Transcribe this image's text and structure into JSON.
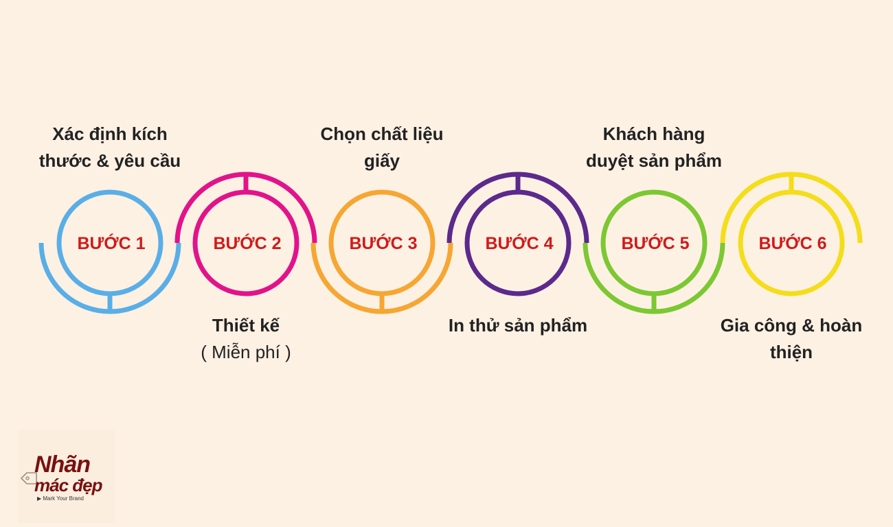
{
  "steps": [
    {
      "badge": "BƯỚC 1",
      "label_lines": [
        "Xác định kích",
        "thước & yêu cầu"
      ],
      "sub": "",
      "color": "#5aaee6",
      "label_position": "top"
    },
    {
      "badge": "BƯỚC 2",
      "label_lines": [
        "Thiết kế"
      ],
      "sub": "( Miễn phí )",
      "color": "#e2138a",
      "label_position": "bottom"
    },
    {
      "badge": "BƯỚC 3",
      "label_lines": [
        "Chọn chất liệu",
        "giấy"
      ],
      "sub": "",
      "color": "#f6a632",
      "label_position": "top"
    },
    {
      "badge": "BƯỚC 4",
      "label_lines": [
        "In thử sản phẩm"
      ],
      "sub": "",
      "color": "#5b2a8c",
      "label_position": "bottom"
    },
    {
      "badge": "BƯỚC 5",
      "label_lines": [
        "Khách hàng",
        "duyệt sản phẩm"
      ],
      "sub": "",
      "color": "#7cc832",
      "label_position": "top"
    },
    {
      "badge": "BƯỚC 6",
      "label_lines": [
        "Gia công & hoàn",
        "thiện"
      ],
      "sub": "",
      "color": "#f4dd1a",
      "label_position": "bottom"
    }
  ],
  "logo": {
    "line1": "Nhãn",
    "line2": "mác đẹp",
    "tagline": "Mark Your Brand"
  },
  "colors": {
    "background": "#fdf1e4",
    "badge_text": "#d11a1a",
    "logo": "#7a1010"
  }
}
